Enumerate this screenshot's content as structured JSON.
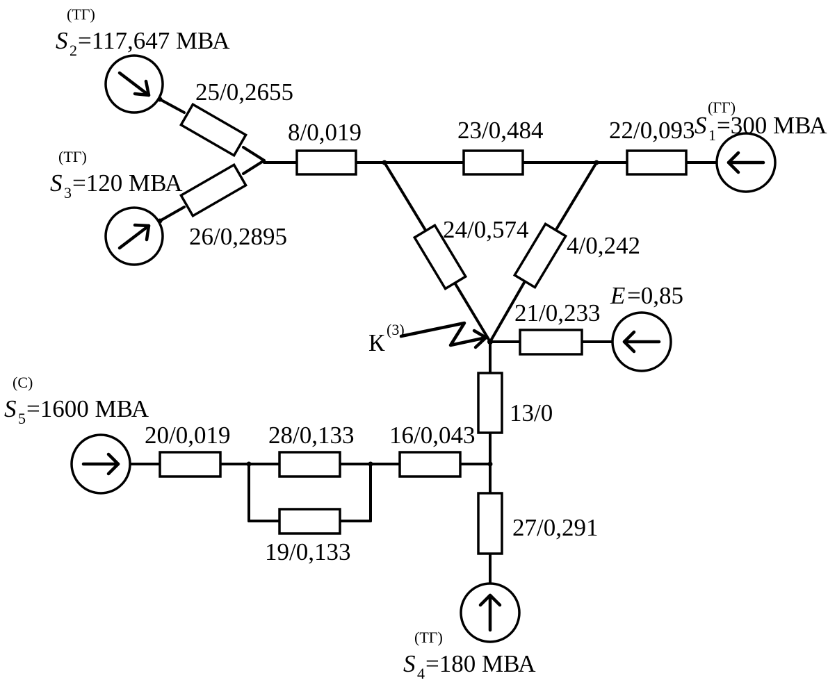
{
  "elements": {
    "r25": "25/0,2655",
    "r26": "26/0,2895",
    "r8": "8/0,019",
    "r23": "23/0,484",
    "r22": "22/0,093",
    "r24": "24/0,574",
    "r4": "4/0,242",
    "r21": "21/0,233",
    "r13": "13/0",
    "r20": "20/0,019",
    "r28": "28/0,133",
    "r16": "16/0,043",
    "r19": "19/0,133",
    "r27": "27/0,291"
  },
  "sources": {
    "s1": {
      "symbol": "S",
      "index": "1",
      "type": "(ГГ)",
      "value": "=300 МВА"
    },
    "s2": {
      "symbol": "S",
      "index": "2",
      "type": "(ТГ)",
      "value": "=117,647 МВА"
    },
    "s3": {
      "symbol": "S",
      "index": "3",
      "type": "(ТГ)",
      "value": "=120 МВА"
    },
    "s4": {
      "symbol": "S",
      "index": "4",
      "type": "(ТГ)",
      "value": "=180 МВА"
    },
    "s5": {
      "symbol": "S",
      "index": "5",
      "type": "(С)",
      "value": "=1600 МВА"
    },
    "e": {
      "symbol": "E",
      "value": "=0,85"
    }
  },
  "fault": {
    "label": "К",
    "superscript": "(3)"
  }
}
